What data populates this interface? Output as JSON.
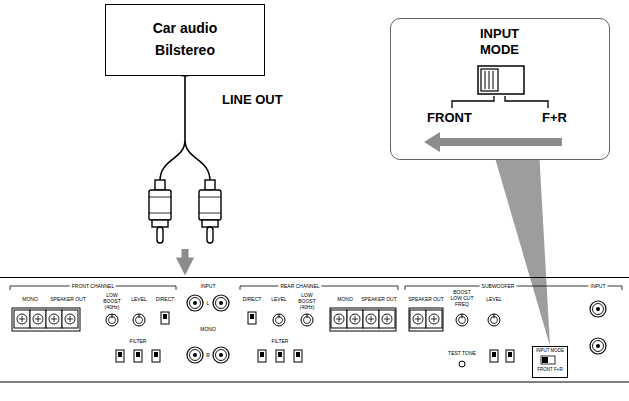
{
  "diagram": {
    "nodes": [
      {
        "text": [
          "Car audio",
          "Bilstereo"
        ]
      },
      {
        "text": [
          "INPUT MODE",
          "FRONT",
          "F+R"
        ]
      },
      {
        "text": [
          "FRONT CHANNEL",
          "MONO",
          "SPEAKER OUT",
          "LOW BOOST (40Hz)",
          "LEVEL",
          "DIRECT",
          "FILTER",
          "INPUT",
          "L",
          "MONO",
          "R",
          "REAR CHANNEL",
          "DIRECT",
          "LEVEL",
          "LOW BOOST (40Hz)",
          "FILTER",
          "MONO",
          "SPEAKER OUT",
          "SUBWOOFER",
          "SPEAKER OUT",
          "BOOST LOW CUT FREQ",
          "LEVEL",
          "TEST TONE",
          "INPUT"
        ]
      },
      {
        "text": [
          "INPUT MODE",
          "FRONT F+R"
        ],
        "in": 2
      }
    ],
    "edges": [
      {
        "from": 0,
        "to": 2,
        "arrow": "to",
        "label": "LINE OUT"
      },
      {
        "from": 1,
        "to": 3,
        "arrow": "none"
      }
    ]
  }
}
